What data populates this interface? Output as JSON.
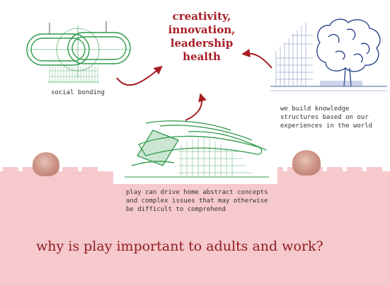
{
  "center": {
    "lines": [
      "creativity,",
      "innovation,",
      "leadership",
      "health"
    ]
  },
  "captions": {
    "bonding": "social bonding",
    "knowledge": [
      "we build knowledge",
      "structures based on our",
      "experiences in the world"
    ],
    "abstract": [
      "play can drive home abstract concepts",
      "and complex issues that may otherwise",
      "be difficult to comprehend"
    ]
  },
  "question": "why is play important to adults and work?",
  "colors": {
    "accent": "#a61d24",
    "sketch_green": "#2f9a4b",
    "sketch_blue": "#3a5a9c",
    "wall": "#f6c9cc"
  },
  "icons": {
    "links": "chain-links-sketch",
    "brain": "brain-tree-sketch",
    "hammer": "hammer-sketch"
  }
}
